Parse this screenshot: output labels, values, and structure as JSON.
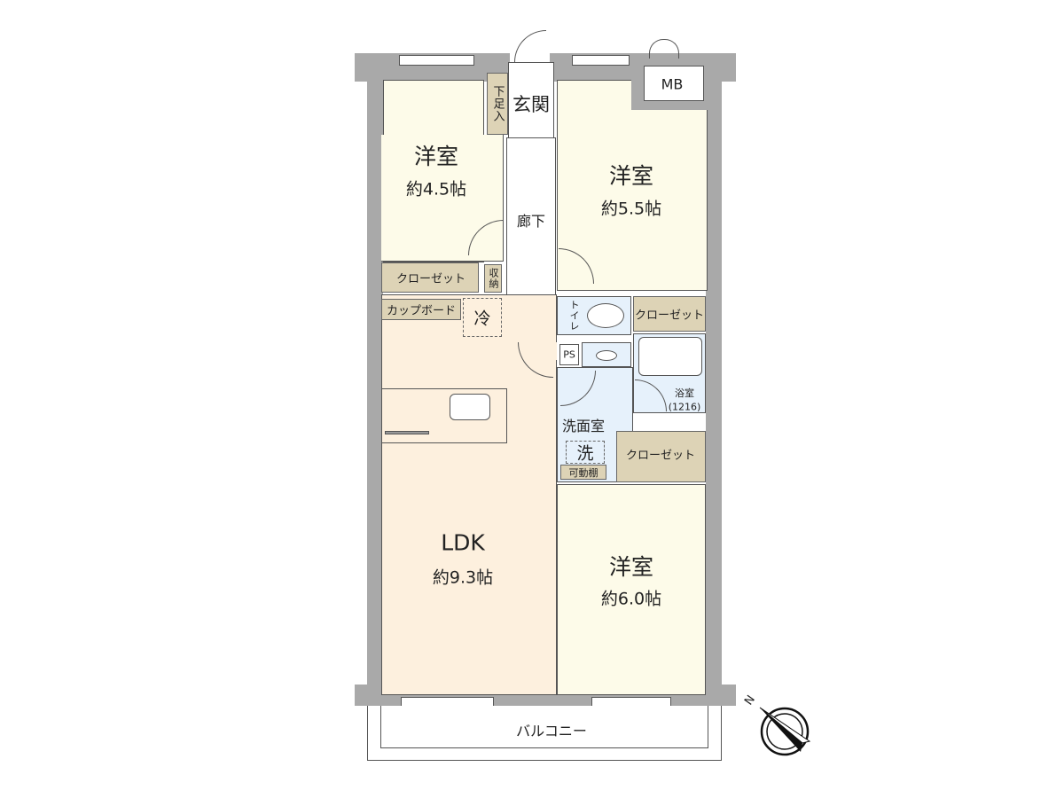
{
  "floor_plan": {
    "rooms": [
      {
        "id": "western-room-1",
        "name": "洋室",
        "area": "約4.5帖"
      },
      {
        "id": "western-room-2",
        "name": "洋室",
        "area": "約5.5帖"
      },
      {
        "id": "ldk",
        "name": "LDK",
        "area": "約9.3帖"
      },
      {
        "id": "western-room-3",
        "name": "洋室",
        "area": "約6.0帖"
      }
    ],
    "spaces": {
      "entrance": "玄関",
      "shoe_storage": "下足入",
      "hallway": "廊下",
      "meter_box": "MB",
      "storage": "収納",
      "closet_1": "クローゼット",
      "closet_2": "クローゼット",
      "closet_3": "クローゼット",
      "cupboard": "カップボード",
      "fridge": "冷",
      "toilet": "トイレ",
      "pipe_space": "PS",
      "bathroom": "浴室",
      "bathroom_size": "(1216)",
      "washroom": "洗面室",
      "washer": "洗",
      "adjustable_shelf": "可動棚",
      "balcony": "バルコニー"
    },
    "compass": {
      "north_label": "N"
    },
    "colors": {
      "wall": "#a9a9a9",
      "western_room": "#fdfbe9",
      "ldk": "#fdf0de",
      "wet_area": "#e6f1fb",
      "storage": "#ddd3b6"
    }
  }
}
